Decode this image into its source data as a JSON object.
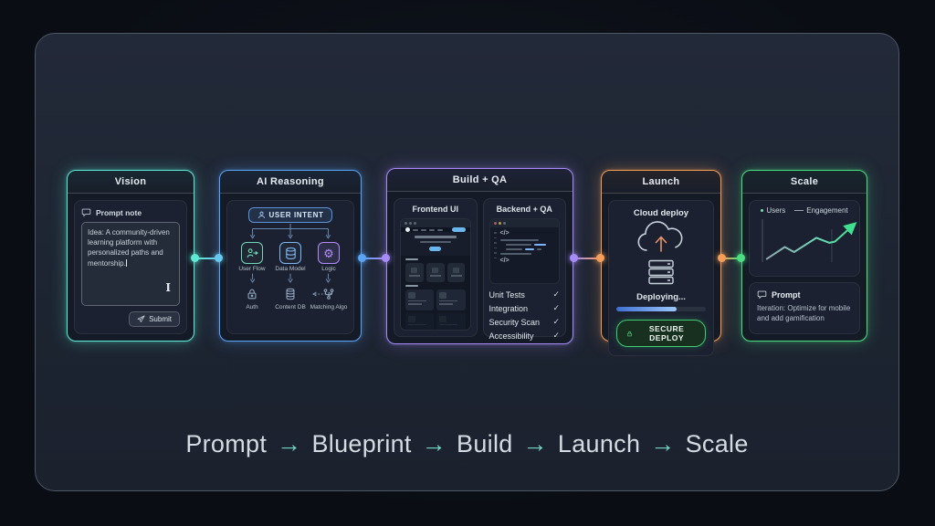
{
  "colors": {
    "background": "#0a0d14",
    "frame": "#1d2431",
    "accent_vision": "#5eead4",
    "accent_reasoning": "#5ba3f5",
    "accent_build": "#a78bfa",
    "accent_launch": "#f59e57",
    "accent_scale": "#4ade80",
    "progress_blue": "#6ab7f0",
    "deploy_green": "#3ecf70"
  },
  "panels": {
    "vision": {
      "title": "Vision",
      "prompt_note_label": "Prompt note",
      "textarea_text": "Idea: A community-driven learning platform with personalized paths and mentorship.",
      "submit_label": "Submit"
    },
    "reasoning": {
      "title": "AI Reasoning",
      "intent_badge": "USER INTENT",
      "nodes": [
        {
          "label": "User Flow"
        },
        {
          "label": "Data Model"
        },
        {
          "label": "Logic"
        }
      ],
      "subnodes": [
        {
          "label": "Auth"
        },
        {
          "label": "Content DB"
        },
        {
          "label": "Matching Algo"
        }
      ]
    },
    "build": {
      "title": "Build + QA",
      "frontend_title": "Frontend UI",
      "backend_title": "Backend + QA",
      "code_glyph_open": "</>",
      "code_glyph_close": "</>",
      "checklist": [
        {
          "label": "Unit Tests",
          "check": "✓"
        },
        {
          "label": "Integration",
          "check": "✓"
        },
        {
          "label": "Security Scan",
          "check": "✓"
        },
        {
          "label": "Accessibility",
          "check": "✓"
        }
      ]
    },
    "launch": {
      "title": "Launch",
      "card_title": "Cloud deploy",
      "status_text": "Deploying...",
      "progress_percent": 67,
      "deploy_button": "SECURE DEPLOY"
    },
    "scale": {
      "title": "Scale",
      "legend": [
        {
          "marker": "dot",
          "label": "Users"
        },
        {
          "marker": "dash",
          "label": "Engagement"
        }
      ],
      "prompt_title": "Prompt",
      "prompt_text": "Iteration: Optimize for mobile and add gamification"
    }
  },
  "chart_data": {
    "type": "line",
    "title": "",
    "xlabel": "",
    "ylabel": "",
    "legend_entries": [
      "Users",
      "Engagement"
    ],
    "legend_position": "top",
    "grid": "single vertical gridline near 72% width, left y-axis line only",
    "axis_tick_labels": false,
    "arrow_at_end": true,
    "series": [
      {
        "name": "Engagement",
        "x": [
          3,
          23,
          33,
          57,
          71,
          77,
          96
        ],
        "y": [
          9,
          38,
          26,
          60,
          48,
          51,
          89
        ],
        "units": "percent of plot area, trend upward"
      }
    ],
    "gridline_x": 72
  },
  "tagline": {
    "steps": [
      "Prompt",
      "Blueprint",
      "Build",
      "Launch",
      "Scale"
    ],
    "arrow": "→"
  }
}
